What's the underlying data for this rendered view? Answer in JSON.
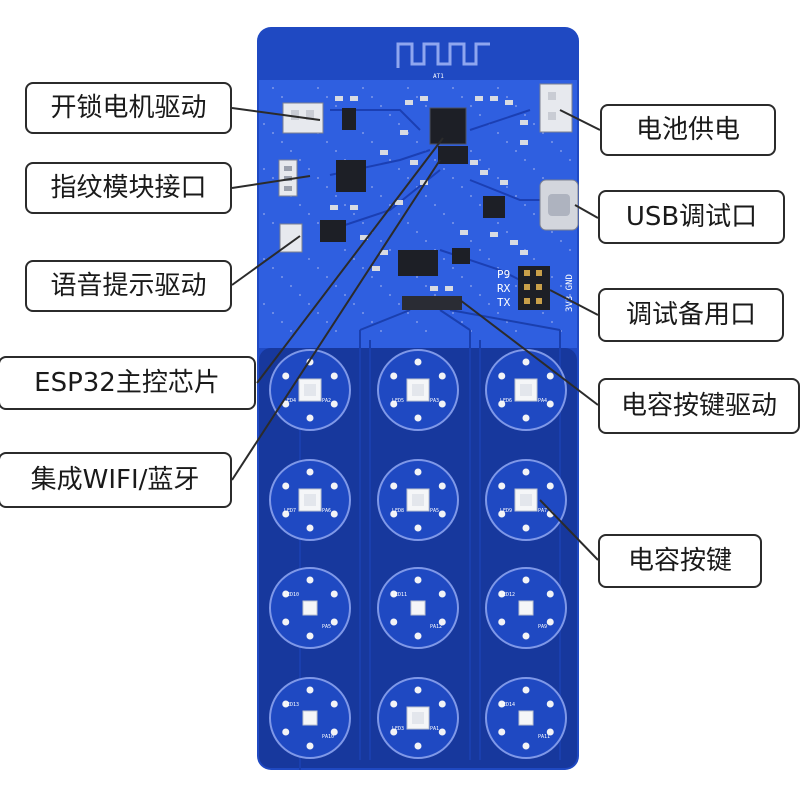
{
  "colors": {
    "board_blue": "#1f49c2",
    "board_dark": "#12308a",
    "copper": "#d9dde6",
    "callout_border": "#2b2b2b",
    "leader_line": "#2b2b2b"
  },
  "board": {
    "antenna_label": "AT1",
    "header_pins": [
      "P9",
      "RX",
      "TX"
    ],
    "header_side_label": "3V3 GND"
  },
  "callouts": {
    "unlock_motor_driver": "开锁电机驱动",
    "fingerprint_interface": "指纹模块接口",
    "voice_prompt_driver": "语音提示驱动",
    "esp32_main_chip": "ESP32主控芯片",
    "integrated_wifi_bt": "集成WIFI/蓝牙",
    "battery_power": "电池供电",
    "usb_debug_port": "USB调试口",
    "debug_backup_port": "调试备用口",
    "cap_key_driver": "电容按键驱动",
    "cap_key": "电容按键"
  },
  "keypad": {
    "keys": [
      {
        "led": "LED4",
        "pad": "PA2"
      },
      {
        "led": "LED5",
        "pad": "PA3"
      },
      {
        "led": "LED6",
        "pad": "PA4"
      },
      {
        "led": "LED7",
        "pad": "PA6"
      },
      {
        "led": "LED8",
        "pad": "PA5"
      },
      {
        "led": "LED9",
        "pad": "PA7"
      },
      {
        "led": "LED10",
        "pad": "PA5"
      },
      {
        "led": "LED11",
        "pad": "PA12"
      },
      {
        "led": "LED12",
        "pad": "PA9"
      },
      {
        "led": "LED13",
        "pad": "PA10"
      },
      {
        "led": "LED3",
        "pad": "PA1"
      },
      {
        "led": "LED14",
        "pad": "PA11"
      }
    ]
  }
}
